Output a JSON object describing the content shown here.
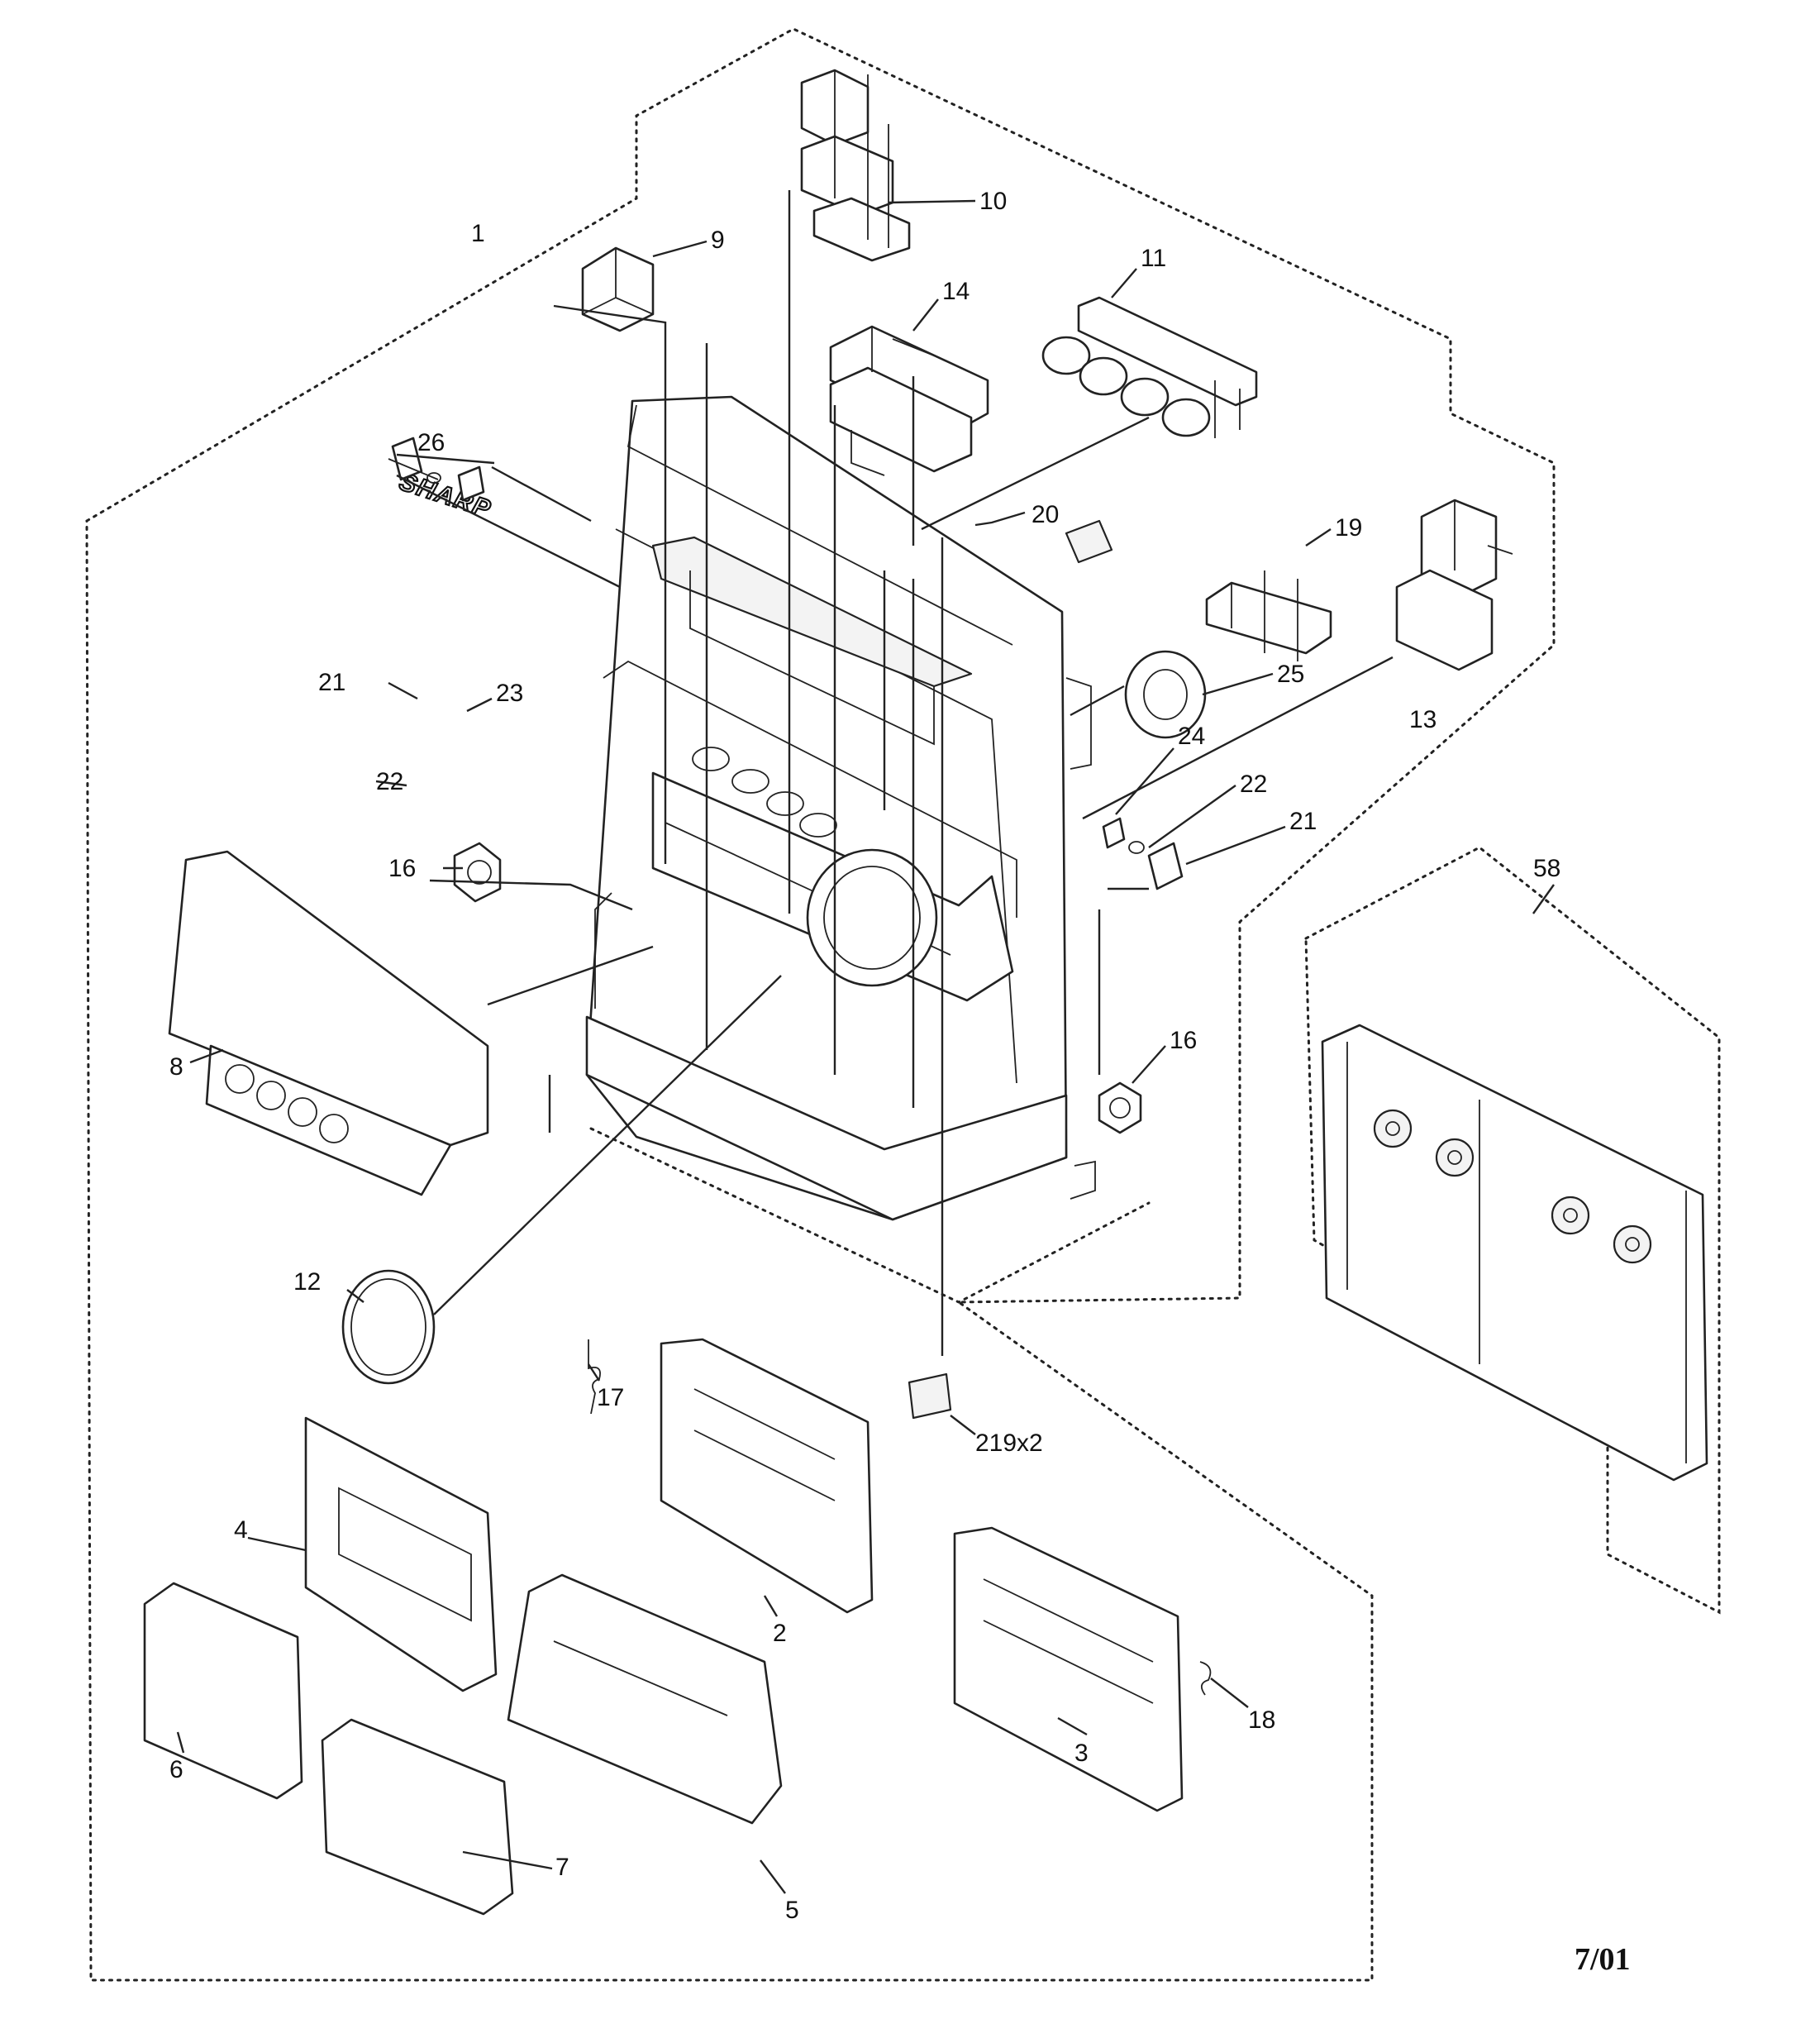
{
  "brand_logo": "SHARP",
  "footer": {
    "date_code": "7/01"
  },
  "callouts": [
    {
      "id": "c1",
      "label": "1"
    },
    {
      "id": "c9",
      "label": "9"
    },
    {
      "id": "c10",
      "label": "10"
    },
    {
      "id": "c11",
      "label": "11"
    },
    {
      "id": "c14",
      "label": "14"
    },
    {
      "id": "c26",
      "label": "26"
    },
    {
      "id": "c20",
      "label": "20"
    },
    {
      "id": "c19",
      "label": "19"
    },
    {
      "id": "c25",
      "label": "25"
    },
    {
      "id": "c13",
      "label": "13"
    },
    {
      "id": "c21a",
      "label": "21"
    },
    {
      "id": "c23",
      "label": "23"
    },
    {
      "id": "c22a",
      "label": "22"
    },
    {
      "id": "c24",
      "label": "24"
    },
    {
      "id": "c22b",
      "label": "22"
    },
    {
      "id": "c21b",
      "label": "21"
    },
    {
      "id": "c58",
      "label": "58"
    },
    {
      "id": "c16a",
      "label": "16"
    },
    {
      "id": "c16b",
      "label": "16"
    },
    {
      "id": "c8",
      "label": "8"
    },
    {
      "id": "c12",
      "label": "12"
    },
    {
      "id": "c17",
      "label": "17"
    },
    {
      "id": "c219",
      "label": "219x2"
    },
    {
      "id": "c4",
      "label": "4"
    },
    {
      "id": "c2",
      "label": "2"
    },
    {
      "id": "c3",
      "label": "3"
    },
    {
      "id": "c18",
      "label": "18"
    },
    {
      "id": "c6",
      "label": "6"
    },
    {
      "id": "c7",
      "label": "7"
    },
    {
      "id": "c5",
      "label": "5"
    }
  ]
}
